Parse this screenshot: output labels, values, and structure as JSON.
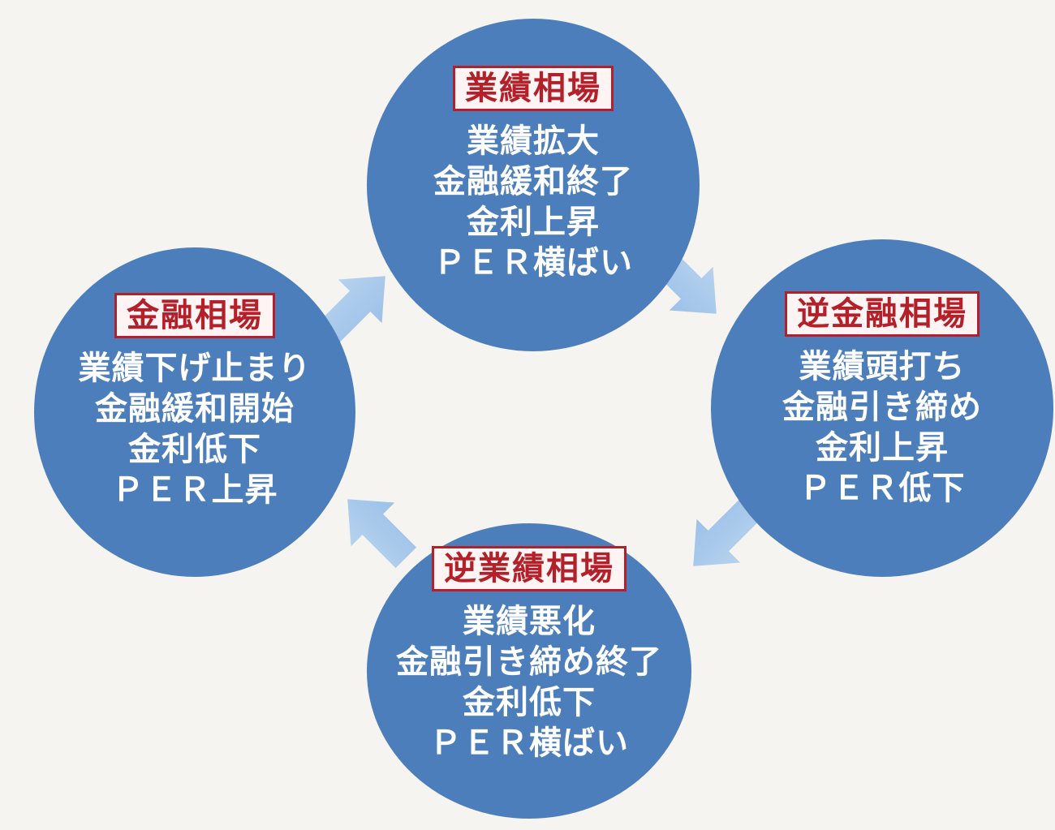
{
  "colors": {
    "background": "#f6f4f1",
    "circle-fill": "#4d7ebc",
    "arrow-light": "#b7d2ee",
    "arrow-dark": "#9cc1e8",
    "badge-red": "#b4202a",
    "badge-bg": "#fdf4f3",
    "body-text": "#ffffff"
  },
  "diagram": {
    "type": "cycle",
    "stages": [
      {
        "title": "業績相場",
        "lines": [
          "業績拡大",
          "金融緩和終了",
          "金利上昇",
          "ＰＥＲ横ばい"
        ]
      },
      {
        "title": "逆金融相場",
        "lines": [
          "業績頭打ち",
          "金融引き締め",
          "金利上昇",
          "ＰＥＲ低下"
        ]
      },
      {
        "title": "逆業績相場",
        "lines": [
          "業績悪化",
          "金融引き締め終了",
          "金利低下",
          "ＰＥＲ横ばい"
        ]
      },
      {
        "title": "金融相場",
        "lines": [
          "業績下げ止まり",
          "金融緩和開始",
          "金利低下",
          "ＰＥＲ上昇"
        ]
      }
    ],
    "arrows": [
      {
        "from": "金融相場",
        "to": "業績相場",
        "direction": "up-right"
      },
      {
        "from": "業績相場",
        "to": "逆金融相場",
        "direction": "down-right"
      },
      {
        "from": "逆金融相場",
        "to": "逆業績相場",
        "direction": "down-left"
      },
      {
        "from": "逆業績相場",
        "to": "金融相場",
        "direction": "up-left"
      }
    ]
  }
}
